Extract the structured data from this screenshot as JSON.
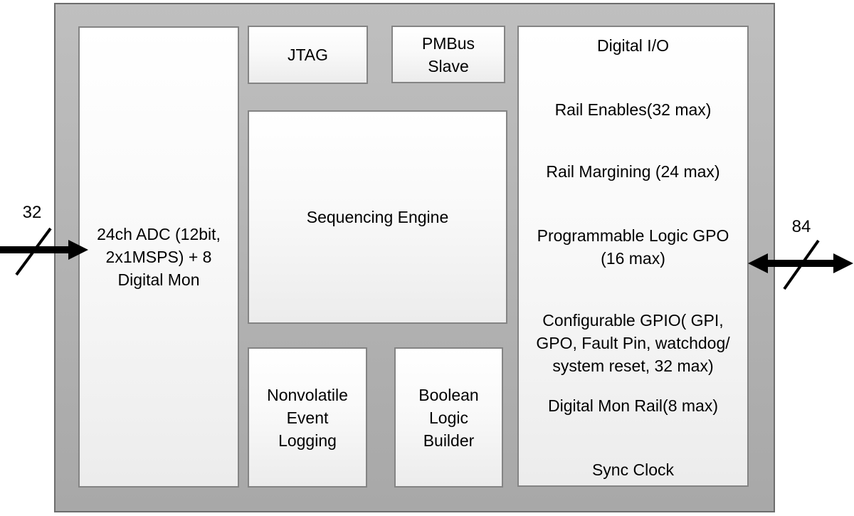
{
  "diagram": {
    "blocks": {
      "adc": {
        "label": "24ch ADC  (12bit,\n2x1MSPS) + 8\nDigital Mon"
      },
      "jtag": {
        "label": "JTAG"
      },
      "pmbus": {
        "label": "PMBus\nSlave"
      },
      "sequencing": {
        "label": "Sequencing Engine"
      },
      "nonvolatile": {
        "label": "Nonvolatile\nEvent\nLogging"
      },
      "boolean": {
        "label": "Boolean\nLogic\nBuilder"
      },
      "digital_io": {
        "title": "Digital I/O",
        "items": [
          {
            "label": "Rail Enables(32 max)"
          },
          {
            "label": "Rail Margining (24 max)"
          },
          {
            "label": "Programmable Logic  GPO\n(16 max)"
          },
          {
            "label": "Configurable GPIO( GPI,\nGPO, Fault Pin, watchdog/\nsystem reset,  32 max)"
          },
          {
            "label": "Digital Mon Rail(8 max)"
          },
          {
            "label": "Sync Clock"
          }
        ]
      }
    },
    "buses": {
      "left": {
        "width_label": "32",
        "direction": "input"
      },
      "right": {
        "width_label": "84",
        "direction": "bidirectional"
      }
    },
    "colors": {
      "chip_fill": "#b2b2b2",
      "chip_border": "#6d6d6d",
      "block_border": "#848484",
      "block_fill_top": "#ffffff",
      "block_fill_bottom": "#ececec",
      "arrow": "#000000",
      "text": "#000000"
    }
  }
}
